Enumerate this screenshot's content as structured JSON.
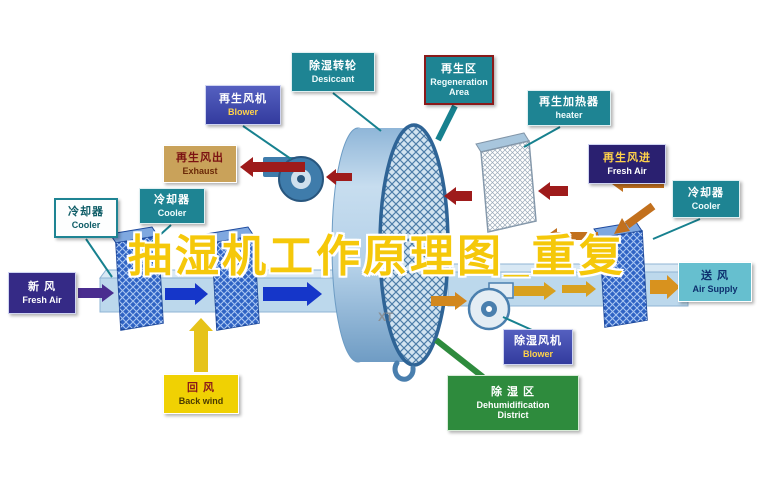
{
  "watermark": {
    "text": "抽湿机工作原理图_重复",
    "corner": "XT"
  },
  "palette": {
    "teal_box": "#1e8493",
    "indigo_box": "#3f46b0",
    "dark_indigo_box": "#2a2070",
    "purple_box": "#352a86",
    "tan_box": "#c9a25a",
    "yellow_box": "#f0d103",
    "green_box": "#2e8b3d",
    "light_teal_box": "#66bfcf",
    "red_arrow": "#9e1b1b",
    "orange_arrow": "#c2701d",
    "gold_arrow": "#d8a01e",
    "blue_arrow": "#1536c9",
    "purple_arrow": "#4a2d8f",
    "yellow_arrow": "#e6c31a",
    "wheel_blue": "#7fa9cd",
    "watermark_yellow": "#f5c80a"
  },
  "labels": {
    "desiccant": {
      "zh": "除湿转轮",
      "en": "Desiccant"
    },
    "regeneration_area": {
      "zh": "再生区",
      "en": "Regeneration Area"
    },
    "regen_blower": {
      "zh": "再生风机",
      "en": "Blower"
    },
    "regen_heater": {
      "zh": "再生加热器",
      "en": "heater"
    },
    "exhaust": {
      "zh": "再生风出",
      "en": "Exhaust"
    },
    "regen_fresh_air": {
      "zh": "再生风进",
      "en": "Fresh Air"
    },
    "cooler_top": {
      "zh": "冷却器",
      "en": "Cooler"
    },
    "cooler_left": {
      "zh": "冷却器",
      "en": "Cooler"
    },
    "cooler_right": {
      "zh": "冷却器",
      "en": "Cooler"
    },
    "fresh_air": {
      "zh": "新 风",
      "en": "Fresh Air"
    },
    "air_supply": {
      "zh": "送 风",
      "en": "Air Supply"
    },
    "back_wind": {
      "zh": "回 风",
      "en": "Back wind"
    },
    "dehum_blower": {
      "zh": "除湿风机",
      "en": "Blower"
    },
    "dehum_district": {
      "zh": "除 湿 区",
      "en_line1": "Dehumidification",
      "en_line2": "District"
    }
  }
}
